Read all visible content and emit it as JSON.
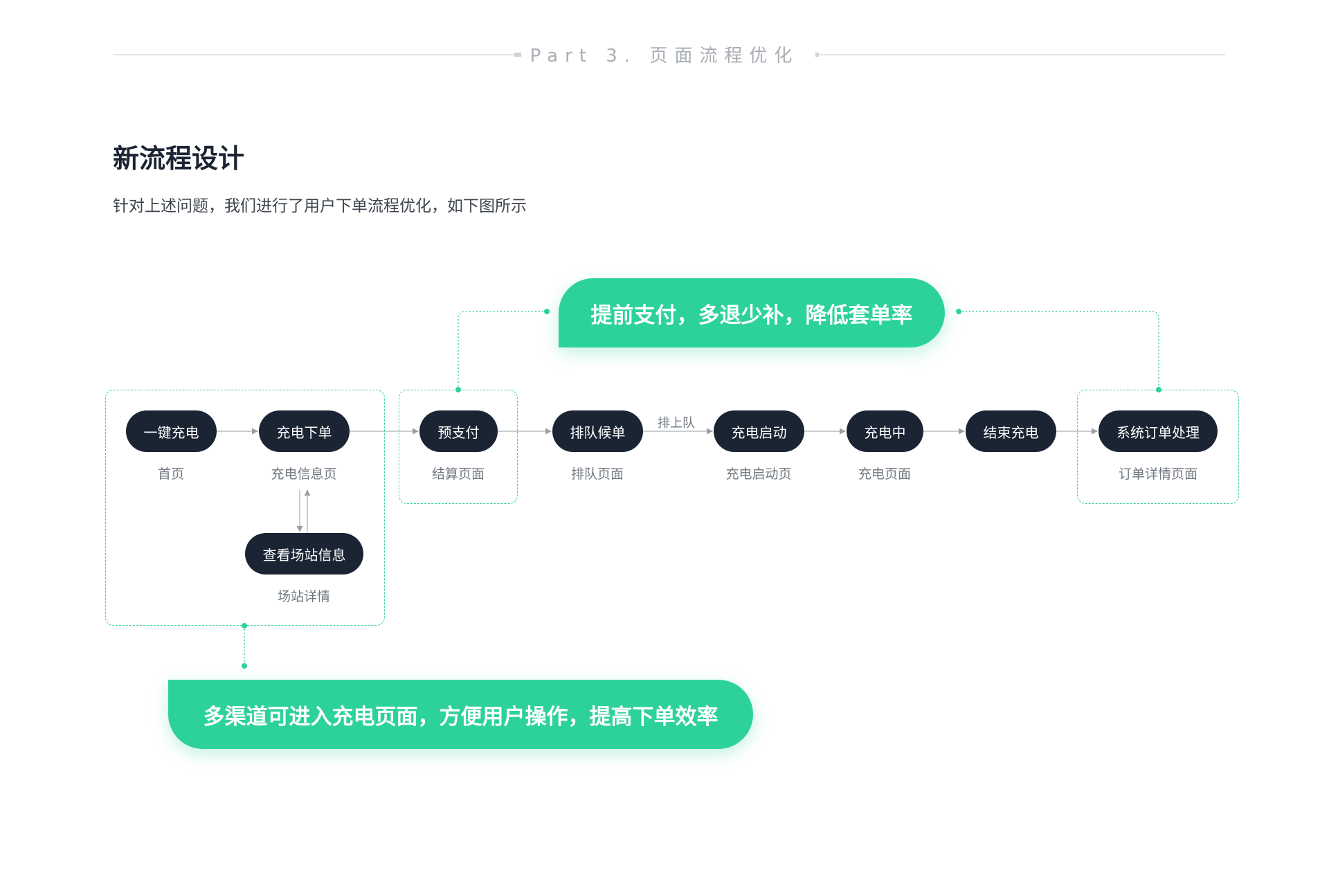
{
  "header": {
    "part_title": "Part 3. 页面流程优化"
  },
  "section": {
    "title": "新流程设计",
    "description": "针对上述问题，我们进行了用户下单流程优化，如下图所示"
  },
  "flow": {
    "nodes": [
      {
        "label": "一键充电",
        "caption": "首页"
      },
      {
        "label": "充电下单",
        "caption": "充电信息页"
      },
      {
        "label": "查看场站信息",
        "caption": "场站详情"
      },
      {
        "label": "预支付",
        "caption": "结算页面"
      },
      {
        "label": "排队候单",
        "caption": "排队页面"
      },
      {
        "label": "充电启动",
        "caption": "充电启动页"
      },
      {
        "label": "充电中",
        "caption": "充电页面"
      },
      {
        "label": "结束充电",
        "caption": ""
      },
      {
        "label": "系统订单处理",
        "caption": "订单详情页面"
      }
    ],
    "edge_label": "排上队"
  },
  "callouts": {
    "top": "提前支付，多退少补，降低套单率",
    "bottom": "多渠道可进入充电页面，方便用户操作，提高下单效率"
  },
  "colors": {
    "accent": "#2dd29b",
    "node_fill": "#1b2433",
    "line_gray": "#9aa0a6"
  }
}
